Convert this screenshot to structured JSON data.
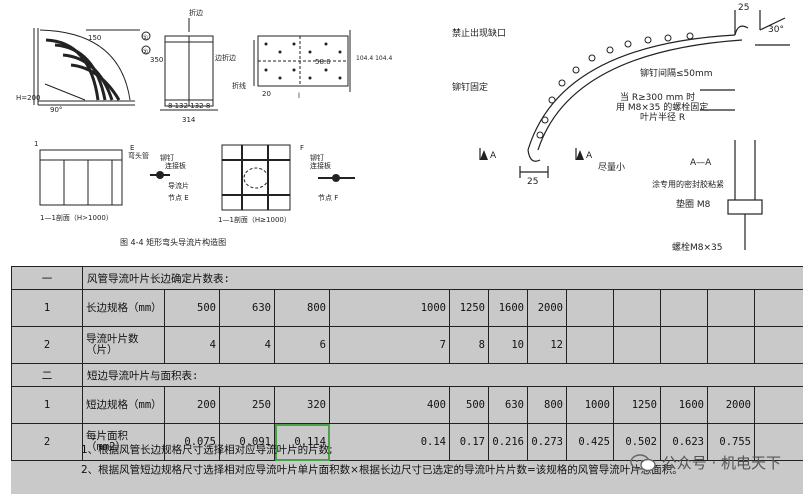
{
  "figure": {
    "left_caption": "图 4-4   矩形弯头导流片构造图",
    "left_labels": {
      "zhebian": "折边",
      "bianzhebian": "边折边",
      "H200": "H=200",
      "deg90": "90°",
      "r150": "150",
      "d1": "①",
      "d2": "②",
      "zhexian": "折线",
      "dims_bottom": "8  132 132  8",
      "dim_314": "314",
      "dim_350": "350",
      "dim_586": "58.6",
      "dim_20": "20",
      "dim_l": "l",
      "side_dims": "104.4  104.4",
      "section1": "1—1剖面（H>1000）",
      "section2": "1—1剖面（H≥1000）",
      "wantouguan": "弯头管",
      "maoding": "铆钉",
      "lianjieban": "连接板",
      "daoliupian": "导流片",
      "node_e": "节点 E",
      "maoding2": "铆钉",
      "lianjieban2": "连接板",
      "node_f": "节点 F",
      "marker_1": "1",
      "marker_e": "E",
      "marker_f": "F"
    },
    "right_labels": {
      "dim_25": "25",
      "deg30": "30°",
      "jinzhi": "禁止出现缺口",
      "maoding_jiange": "铆钉间隔≤50mm",
      "maoding_guding": "铆钉固定",
      "dang_r": "当 R≥300 mm 时",
      "yong_m8": "用 M8×35 的螺栓固定",
      "yepian_banjing": "叶片半径 R",
      "a_left": "A",
      "a_right": "A",
      "jinliangxiao": "尽量小",
      "dim_25b": "25",
      "section_aa": "A—A",
      "tu_mi": "涂专用的密封胶粘紧",
      "dianquan": "垫圈 M8",
      "luoshuan": "螺栓M8×35"
    }
  },
  "table": {
    "section1": {
      "idx": "一",
      "title": "风管导流叶片长边确定片数表:"
    },
    "row_long_spec": {
      "idx": "1",
      "label": "长边规格（mm）",
      "values": [
        "500",
        "630",
        "800",
        "",
        "1000",
        "1250",
        "1600",
        "2000",
        "",
        "",
        "",
        ""
      ]
    },
    "row_long_count": {
      "idx": "2",
      "label": "导流叶片数（片）",
      "values": [
        "4",
        "4",
        "6",
        "",
        "7",
        "8",
        "10",
        "12",
        "",
        "",
        "",
        ""
      ]
    },
    "section2": {
      "idx": "二",
      "title": "短边导流叶片与面积表:"
    },
    "row_short_spec": {
      "idx": "1",
      "label": "短边规格（mm）",
      "values": [
        "200",
        "250",
        "320",
        "",
        "400",
        "500",
        "630",
        "800",
        "1000",
        "1250",
        "1600",
        "2000"
      ]
    },
    "row_area": {
      "idx": "2",
      "label": "每片面积（mm2）",
      "values": [
        "0.075",
        "0.091",
        "0.114",
        "",
        "0.14",
        "0.17",
        "0.216",
        "0.273",
        "0.425",
        "0.502",
        "0.623",
        "0.755"
      ],
      "highlight_index": 2,
      "highlight_color": "#4aa14a"
    }
  },
  "notes": [
    "1、根据风管长边规格尺寸选择相对应导流叶片的片数;",
    "2、根据风管短边规格尺寸选择相对应导流叶片单片面积数×根据长边尺寸已选定的导流叶片片数=该规格的风管导流叶片总面积。"
  ],
  "watermark": {
    "text": "公众号 · 机电天下",
    "icon": "wechat-icon"
  }
}
